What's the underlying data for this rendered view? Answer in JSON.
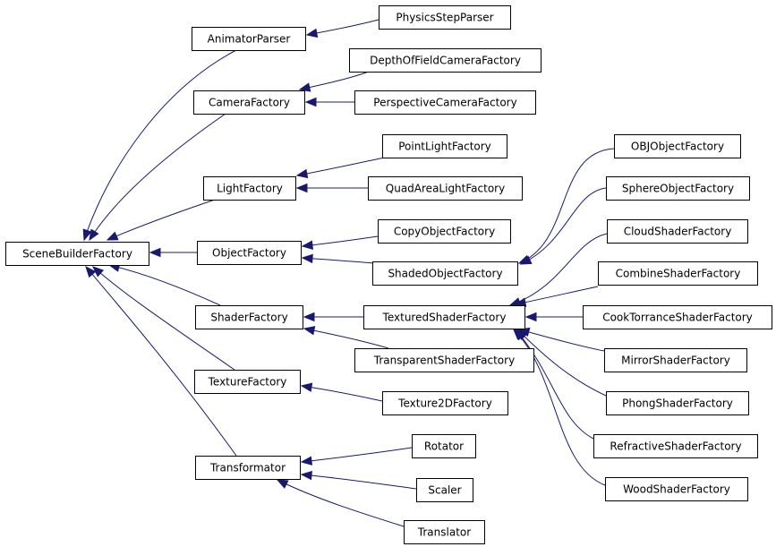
{
  "nodes": [
    {
      "id": "scene_builder_factory",
      "label": "SceneBuilderFactory"
    },
    {
      "id": "animator_parser",
      "label": "AnimatorParser"
    },
    {
      "id": "physics_step_parser",
      "label": "PhysicsStepParser"
    },
    {
      "id": "camera_factory",
      "label": "CameraFactory"
    },
    {
      "id": "depth_of_field_camera_factory",
      "label": "DepthOfFieldCameraFactory"
    },
    {
      "id": "perspective_camera_factory",
      "label": "PerspectiveCameraFactory"
    },
    {
      "id": "light_factory",
      "label": "LightFactory"
    },
    {
      "id": "point_light_factory",
      "label": "PointLightFactory"
    },
    {
      "id": "quad_area_light_factory",
      "label": "QuadAreaLightFactory"
    },
    {
      "id": "object_factory",
      "label": "ObjectFactory"
    },
    {
      "id": "copy_object_factory",
      "label": "CopyObjectFactory"
    },
    {
      "id": "shaded_object_factory",
      "label": "ShadedObjectFactory"
    },
    {
      "id": "obj_object_factory",
      "label": "OBJObjectFactory"
    },
    {
      "id": "sphere_object_factory",
      "label": "SphereObjectFactory"
    },
    {
      "id": "shader_factory",
      "label": "ShaderFactory"
    },
    {
      "id": "textured_shader_factory",
      "label": "TexturedShaderFactory"
    },
    {
      "id": "transparent_shader_factory",
      "label": "TransparentShaderFactory"
    },
    {
      "id": "cloud_shader_factory",
      "label": "CloudShaderFactory"
    },
    {
      "id": "combine_shader_factory",
      "label": "CombineShaderFactory"
    },
    {
      "id": "cook_torrance_shader_factory",
      "label": "CookTorranceShaderFactory"
    },
    {
      "id": "mirror_shader_factory",
      "label": "MirrorShaderFactory"
    },
    {
      "id": "phong_shader_factory",
      "label": "PhongShaderFactory"
    },
    {
      "id": "refractive_shader_factory",
      "label": "RefractiveShaderFactory"
    },
    {
      "id": "wood_shader_factory",
      "label": "WoodShaderFactory"
    },
    {
      "id": "texture_factory",
      "label": "TextureFactory"
    },
    {
      "id": "texture_2d_factory",
      "label": "Texture2DFactory"
    },
    {
      "id": "transformator",
      "label": "Transformator"
    },
    {
      "id": "rotator",
      "label": "Rotator"
    },
    {
      "id": "scaler",
      "label": "Scaler"
    },
    {
      "id": "translator",
      "label": "Translator"
    }
  ],
  "edges": [
    {
      "from": "animator_parser",
      "to": "scene_builder_factory"
    },
    {
      "from": "camera_factory",
      "to": "scene_builder_factory"
    },
    {
      "from": "light_factory",
      "to": "scene_builder_factory"
    },
    {
      "from": "object_factory",
      "to": "scene_builder_factory"
    },
    {
      "from": "shader_factory",
      "to": "scene_builder_factory"
    },
    {
      "from": "texture_factory",
      "to": "scene_builder_factory"
    },
    {
      "from": "transformator",
      "to": "scene_builder_factory"
    },
    {
      "from": "physics_step_parser",
      "to": "animator_parser"
    },
    {
      "from": "depth_of_field_camera_factory",
      "to": "camera_factory"
    },
    {
      "from": "perspective_camera_factory",
      "to": "camera_factory"
    },
    {
      "from": "point_light_factory",
      "to": "light_factory"
    },
    {
      "from": "quad_area_light_factory",
      "to": "light_factory"
    },
    {
      "from": "copy_object_factory",
      "to": "object_factory"
    },
    {
      "from": "shaded_object_factory",
      "to": "object_factory"
    },
    {
      "from": "obj_object_factory",
      "to": "shaded_object_factory"
    },
    {
      "from": "sphere_object_factory",
      "to": "shaded_object_factory"
    },
    {
      "from": "textured_shader_factory",
      "to": "shader_factory"
    },
    {
      "from": "transparent_shader_factory",
      "to": "shader_factory"
    },
    {
      "from": "cloud_shader_factory",
      "to": "textured_shader_factory"
    },
    {
      "from": "combine_shader_factory",
      "to": "textured_shader_factory"
    },
    {
      "from": "cook_torrance_shader_factory",
      "to": "textured_shader_factory"
    },
    {
      "from": "mirror_shader_factory",
      "to": "textured_shader_factory"
    },
    {
      "from": "phong_shader_factory",
      "to": "textured_shader_factory"
    },
    {
      "from": "refractive_shader_factory",
      "to": "textured_shader_factory"
    },
    {
      "from": "wood_shader_factory",
      "to": "textured_shader_factory"
    },
    {
      "from": "texture_2d_factory",
      "to": "texture_factory"
    },
    {
      "from": "rotator",
      "to": "transformator"
    },
    {
      "from": "scaler",
      "to": "transformator"
    },
    {
      "from": "translator",
      "to": "transformator"
    }
  ],
  "colors": {
    "edge": "#191970",
    "node_border": "#000000",
    "node_fill": "#ffffff",
    "text": "#000000",
    "background": "#ffffff"
  }
}
